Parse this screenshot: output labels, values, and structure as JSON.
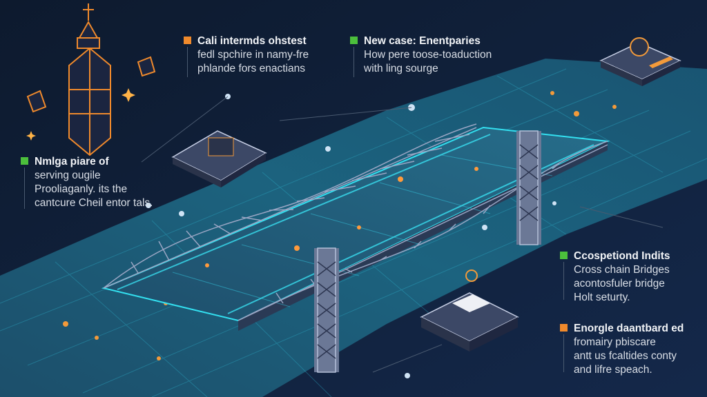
{
  "colors": {
    "background": "#0f1d33",
    "platform": "#1f5f7a",
    "glow": "#27d3e6",
    "accent_orange": "#f08a2c",
    "accent_green": "#4cbf3c"
  },
  "callouts": [
    {
      "id": "top-left",
      "marker": "orange",
      "title": "Cali intermds ohstest",
      "lines": [
        "fedl spchire in namy-fre",
        "phlande fors enactians"
      ]
    },
    {
      "id": "top-right",
      "marker": "green",
      "title": "New case: Enentparies",
      "lines": [
        "How pere toose-toaduction",
        "with ling sourge"
      ]
    },
    {
      "id": "left",
      "marker": "green",
      "title": "Nmlga piare of",
      "lines": [
        "serving ougile",
        "Prooliaganly. its the",
        "cantcure Cheil entor tals."
      ]
    },
    {
      "id": "right-1",
      "marker": "green",
      "title": "Ccospetiond Indits",
      "lines": [
        "Cross chain Bridges",
        "acontosfuler bridge",
        "Holt seturty."
      ]
    },
    {
      "id": "right-2",
      "marker": "orange",
      "title": "Enorgle daantbard ed",
      "lines": [
        "fromairy pbiscare",
        "antt us fcaltides conty",
        "and lifre speach."
      ]
    }
  ]
}
